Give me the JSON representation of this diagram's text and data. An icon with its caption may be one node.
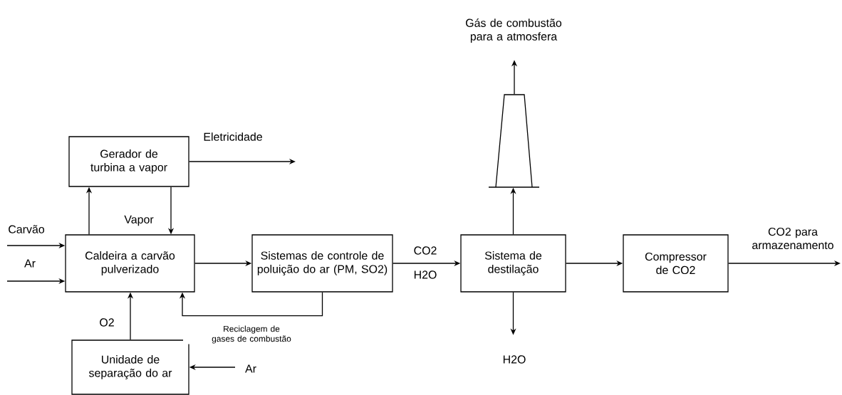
{
  "diagram": {
    "nodes": [
      {
        "text": [
          "Gerador de turbina a vapor"
        ]
      },
      {
        "text": [
          "Caldeira a carvão pulverizado"
        ]
      },
      {
        "text": [
          "Sistemas de controle de poluição do ar (PM, SO2)"
        ]
      },
      {
        "text": [
          "Sistema de destilação"
        ]
      },
      {
        "text": [
          "Compressor de CO2"
        ]
      },
      {
        "text": [
          "Unidade de separação do ar"
        ]
      },
      {
        "text": [],
        "shape": "chimney"
      }
    ],
    "edges": [
      {
        "from": 0,
        "to": null,
        "arrow": "to",
        "label": "Eletricidade"
      },
      {
        "from": null,
        "to": 1,
        "arrow": "to",
        "label": "Carvão"
      },
      {
        "from": null,
        "to": 1,
        "arrow": "to",
        "label": "Ar"
      },
      {
        "from": 1,
        "to": 0,
        "arrow": "to"
      },
      {
        "from": 0,
        "to": 1,
        "arrow": "to"
      },
      {
        "from": 1,
        "to": 2,
        "arrow": "to"
      },
      {
        "from": 2,
        "to": 1,
        "arrow": "to",
        "label": "Reciclagem de gases de combustão"
      },
      {
        "from": 5,
        "to": 1,
        "arrow": "to",
        "label": "O2"
      },
      {
        "from": null,
        "to": 5,
        "arrow": "to",
        "label": "Ar"
      },
      {
        "from": 2,
        "to": 3,
        "arrow": "to",
        "label": "CO2"
      },
      {
        "from": 3,
        "to": 6,
        "arrow": "to"
      },
      {
        "from": 6,
        "to": null,
        "arrow": "to",
        "label": "Gás de combustão para a atmosfera"
      },
      {
        "from": 3,
        "to": null,
        "arrow": "to",
        "label": "H2O"
      },
      {
        "from": 3,
        "to": 4,
        "arrow": "to"
      },
      {
        "from": 4,
        "to": null,
        "arrow": "to",
        "label": "CO2 para armazenamento"
      }
    ],
    "labels": [
      "Vapor",
      "H2O"
    ]
  }
}
